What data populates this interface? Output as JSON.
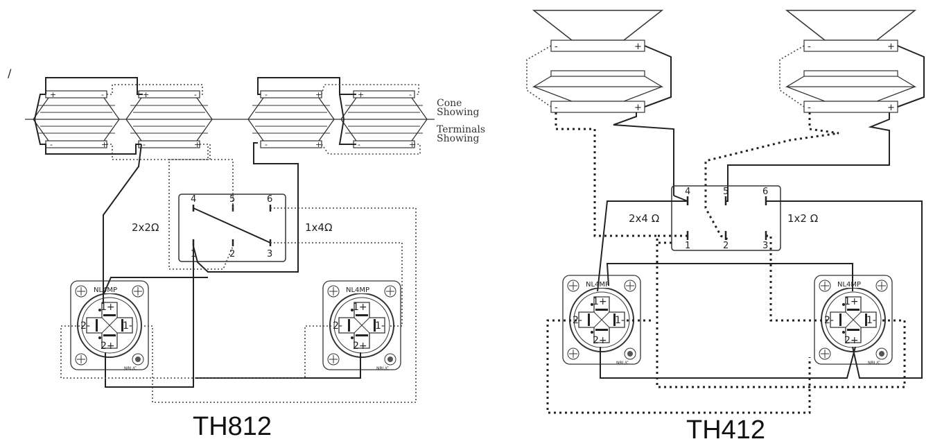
{
  "stray_mark": "/",
  "th812": {
    "model_label": "TH812",
    "cone_label_1": "Cone",
    "cone_label_2": "Showing",
    "terminals_label_1": "Terminals",
    "terminals_label_2": "Showing",
    "switch_pins": [
      "4",
      "5",
      "6",
      "1",
      "2",
      "3"
    ],
    "left_mode": "2x2Ω",
    "right_mode": "1x4Ω",
    "terminal_minus": "-",
    "terminal_plus": "+",
    "connector_model": "NL4MP",
    "connector_pins": [
      "1+",
      "1-",
      "2+",
      "2-"
    ],
    "connector_brand": "NRL/C"
  },
  "th412": {
    "model_label": "TH412",
    "switch_pins": [
      "4",
      "5",
      "6",
      "1",
      "2",
      "3"
    ],
    "left_mode": "2x4 Ω",
    "right_mode": "1x2 Ω",
    "terminal_minus": "-",
    "terminal_plus": "+",
    "connector_model": "NL4MP",
    "connector_pins": [
      "1+",
      "1-",
      "2+",
      "2-"
    ],
    "connector_brand": "NRL/C"
  }
}
